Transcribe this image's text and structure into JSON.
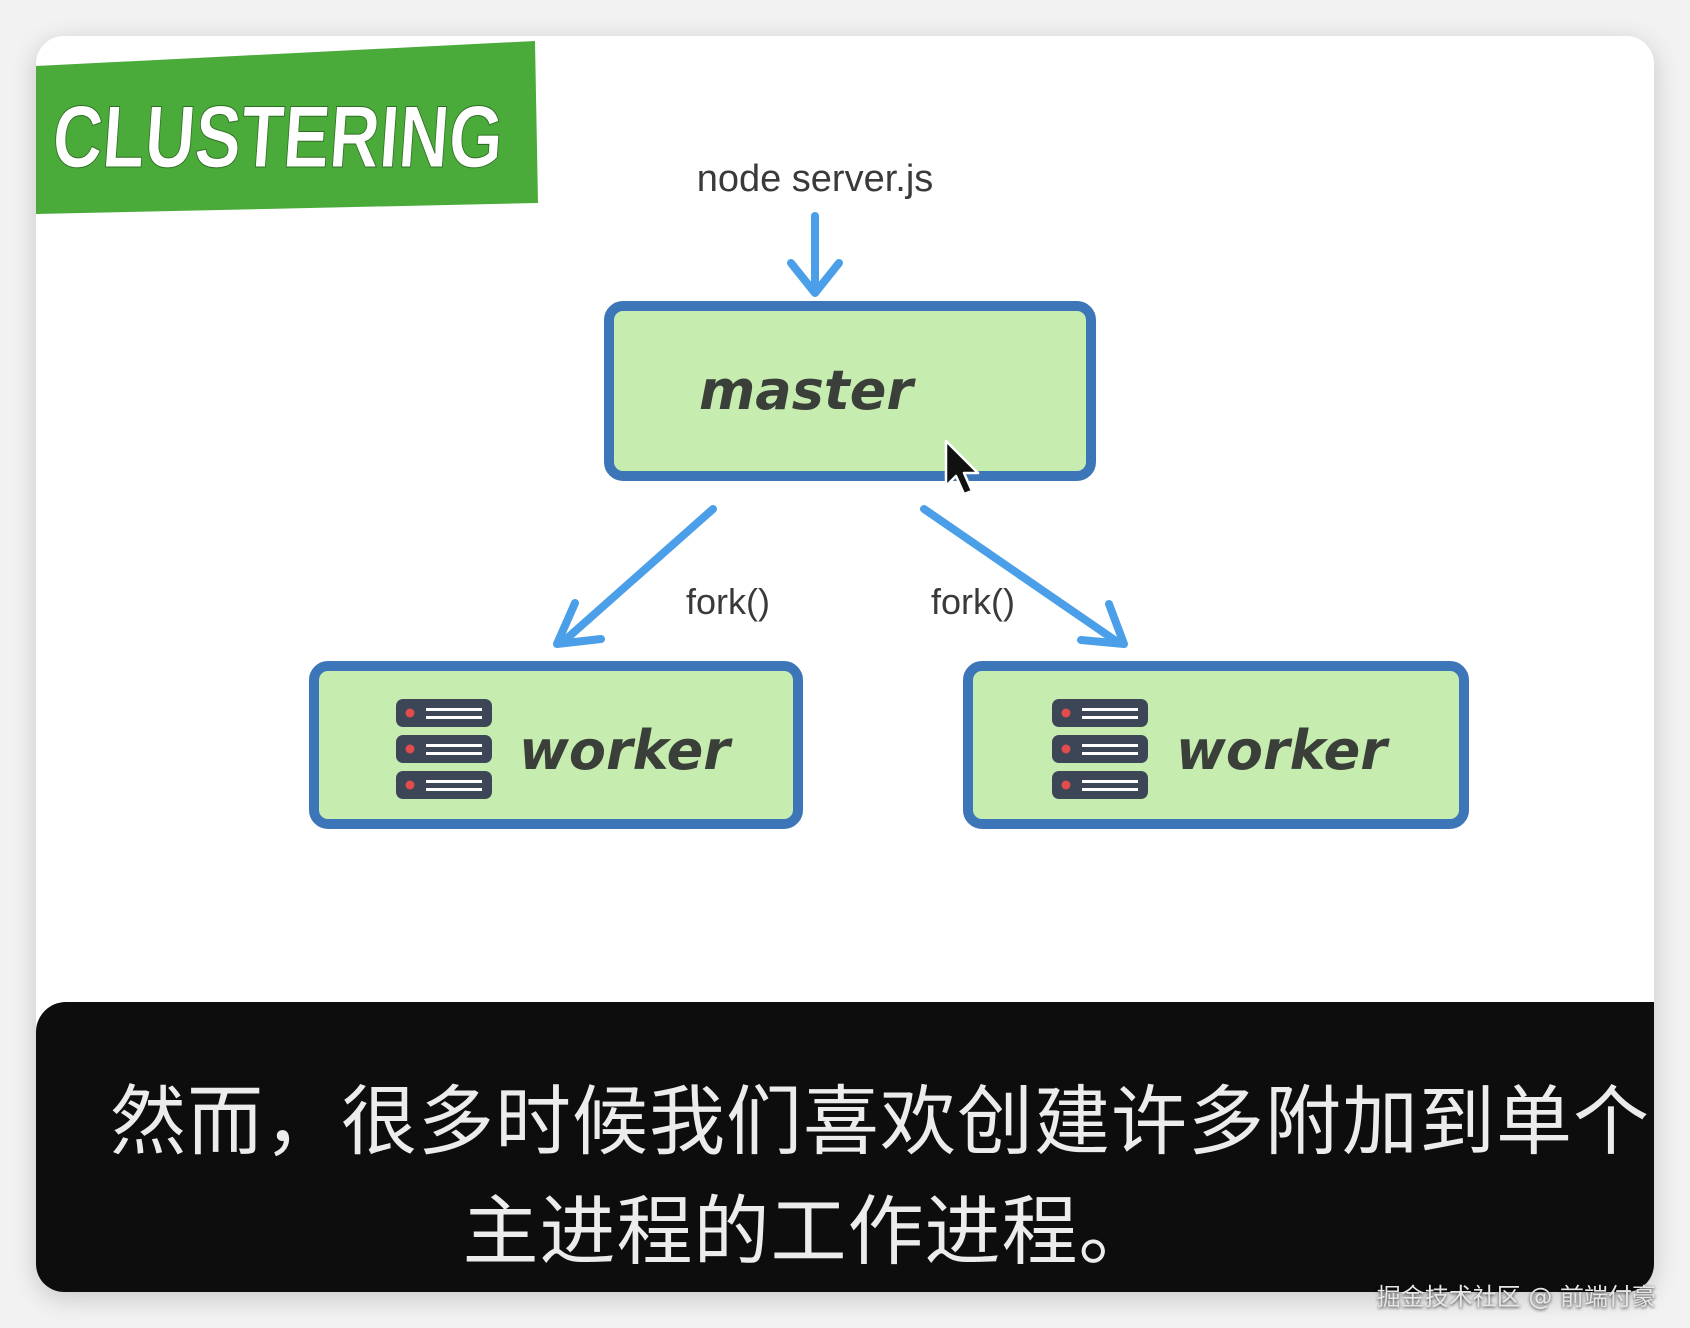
{
  "slide": {
    "badge": "CLUSTERING",
    "command_label": "node server.js",
    "master_label": "master",
    "fork_left_label": "fork()",
    "fork_right_label": "fork()",
    "worker_left_label": "worker",
    "worker_right_label": "worker"
  },
  "subtitle": {
    "line1": "然而，很多时候我们喜欢创建许多附加到单个",
    "line2": "主进程的工作进程。"
  },
  "watermark": "掘金技术社区 @ 前端付豪",
  "colors": {
    "badge_green": "#4aab3a",
    "box_fill": "#c6ecb0",
    "box_border": "#3d76b8",
    "arrow_blue": "#4a9fe8",
    "server_dark": "#3c4657",
    "server_led": "#e24c4c"
  },
  "icons": [
    "server-stack-icon",
    "mouse-cursor-icon",
    "arrow-down-icon",
    "arrow-diagonal-icon"
  ]
}
